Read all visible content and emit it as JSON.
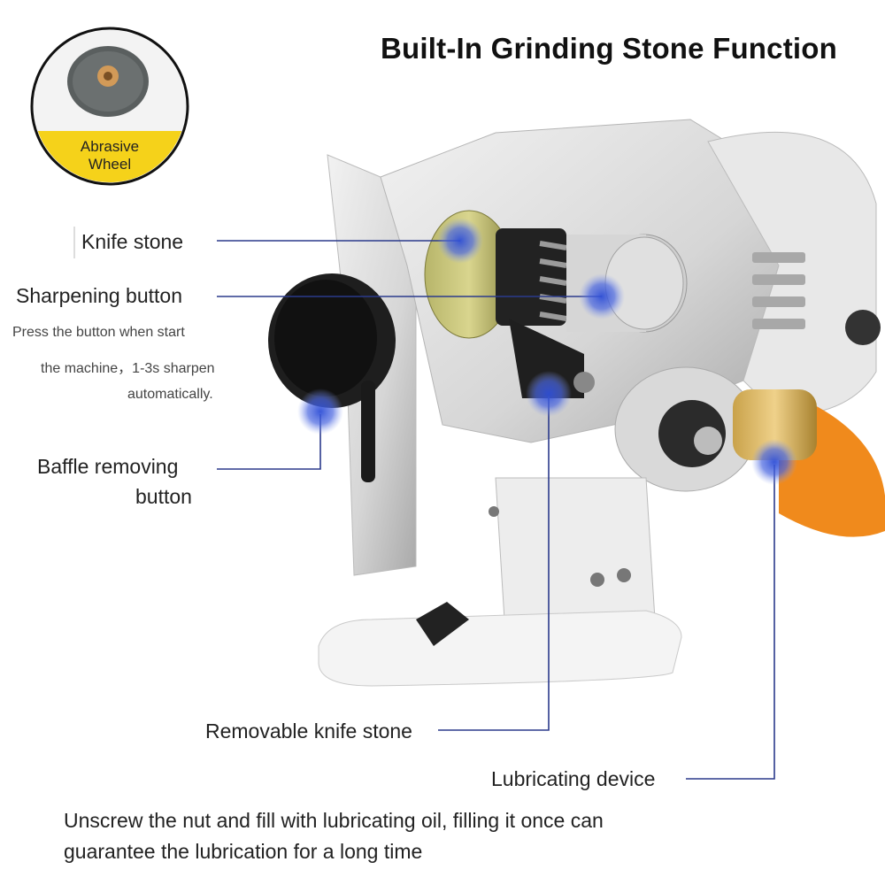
{
  "title": "Built-In Grinding Stone Function",
  "badge": {
    "line1": "Abrasive",
    "line2": "Wheel"
  },
  "labels": {
    "knife_stone": "Knife stone",
    "sharpening_button": "Sharpening button",
    "note_line1": "Press the button when start",
    "note_line2": "the machine，1-3s sharpen",
    "note_line3": "automatically.",
    "baffle_line1": "Baffle removing",
    "baffle_line2": "button",
    "removable_knife_stone": "Removable knife stone",
    "lubricating_device": "Lubricating device"
  },
  "footer": {
    "line1": "Unscrew the nut and fill with lubricating oil, filling it once can",
    "line2": "guarantee the lubrication for a long time"
  },
  "colors": {
    "accent": "#f5d21a",
    "marker": "#3d5bd8",
    "leader": "#2b3a8c",
    "orange": "#f08a1c"
  }
}
